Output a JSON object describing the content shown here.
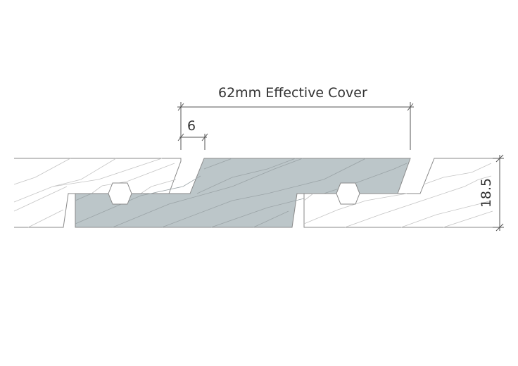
{
  "diagram": {
    "cover_label": "62mm Effective Cover",
    "gap_label": "6",
    "thickness_label": "18.5",
    "colors": {
      "highlight_board": "#bcc6c9",
      "outline": "#8a8a8a",
      "grain": "#b8b8b8",
      "dimension": "#555555"
    }
  }
}
